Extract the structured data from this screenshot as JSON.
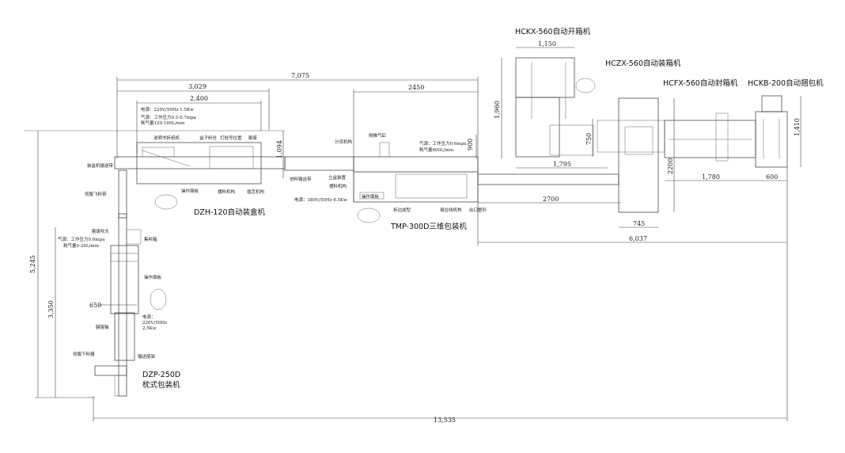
{
  "dimensions": {
    "total_top": "7,075",
    "dzh_overall": "3,029",
    "dzh_body": "2,400",
    "dzh_height": "1,094",
    "tmp_length": "2450",
    "tmp_height": "900",
    "total_vertical": "5,245",
    "dzp_height": "3,350",
    "dzp_width": "650",
    "total_bottom": "13,535",
    "hckx_width": "1,150",
    "hckx_height": "1,960",
    "hckx_750": "750",
    "hckx_length": "1,795",
    "conveyor": "2700",
    "hczx_height": "2200",
    "hczx_width": "745",
    "right_total": "6,037",
    "hcfx_length": "1,780",
    "hckb_width": "600",
    "hckb_height": "1,410"
  },
  "dzh": {
    "title": "DZH-120自动装盒机",
    "power": "电源：220V/50Hz  1.5Kw",
    "air1": "气源：工作压力0.5-0.7mpa",
    "air2": "耗气量120-160L/min",
    "folder": "说明书折纸机",
    "box_bin": "盒子料仓",
    "batch": "打批号位置",
    "reject": "剔废",
    "conveyor": "装盒机输送带",
    "servo_belt": "伺服飞料带",
    "panel": "操作面板",
    "feed": "摆料机构",
    "tuck": "插舌机构"
  },
  "tmp": {
    "title": "TMP-300D三维包装机",
    "split": "分流机构",
    "cylinder": "侧推气缸",
    "air1": "气源：工作压力0.6mpa",
    "air2": "耗气量600L/min",
    "infeed": "进料输送带",
    "erect": "立盒装置",
    "feed": "摆料机构",
    "power": "电源：380V/50Hz  6.5Kw",
    "panel": "操作面板",
    "fold": "折边成型",
    "tear": "易拉线机构",
    "exit": "出口整形"
  },
  "dzp": {
    "title1": "DZP-250D",
    "title2": "枕式包装机",
    "reject": "剔废吹头",
    "air1": "气源：工作压力0.6mpa",
    "air2": "耗气量0-20L/min",
    "collect": "集料箱",
    "panel": "操作面板",
    "power1": "电源：",
    "power2": "220V/50Hz",
    "power3": "2.5Kw",
    "film": "膜辊轴",
    "servo": "伺服下料器",
    "tail": "输送尾架"
  },
  "right": {
    "hckx": "HCKX-560自动开箱机",
    "hczx": "HCZX-560自动装箱机",
    "hcfx": "HCFX-560自动封箱机",
    "hckb": "HCKB-200自动捆包机"
  }
}
